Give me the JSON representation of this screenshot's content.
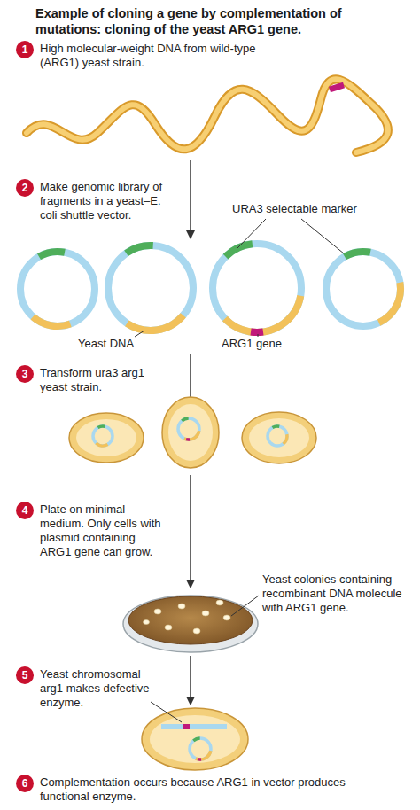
{
  "diagram": {
    "title": "Example of cloning a gene by complementation of mutations: cloning of the yeast ARG1 gene.",
    "nodes": [
      {
        "text": [
          "1",
          "High molecular-weight DNA from wild-type (ARG1) yeast strain."
        ]
      },
      {
        "text": [
          "2",
          "Make genomic library of fragments in a yeast–E. coli shuttle vector."
        ]
      },
      {
        "text": [
          "3",
          "Transform ura3 arg1 yeast strain."
        ]
      },
      {
        "text": [
          "4",
          "Plate on minimal medium. Only cells with plasmid containing ARG1 gene can grow."
        ]
      },
      {
        "text": [
          "5",
          "Yeast chromosomal arg1 makes defective enzyme."
        ]
      },
      {
        "text": [
          "6",
          "Complementation occurs because ARG1 in vector produces functional enzyme."
        ]
      }
    ],
    "labels": [
      "URA3 selectable marker",
      "Yeast DNA",
      "ARG1 gene",
      "Yeast colonies containing recombinant DNA molecule with ARG1 gene."
    ]
  }
}
